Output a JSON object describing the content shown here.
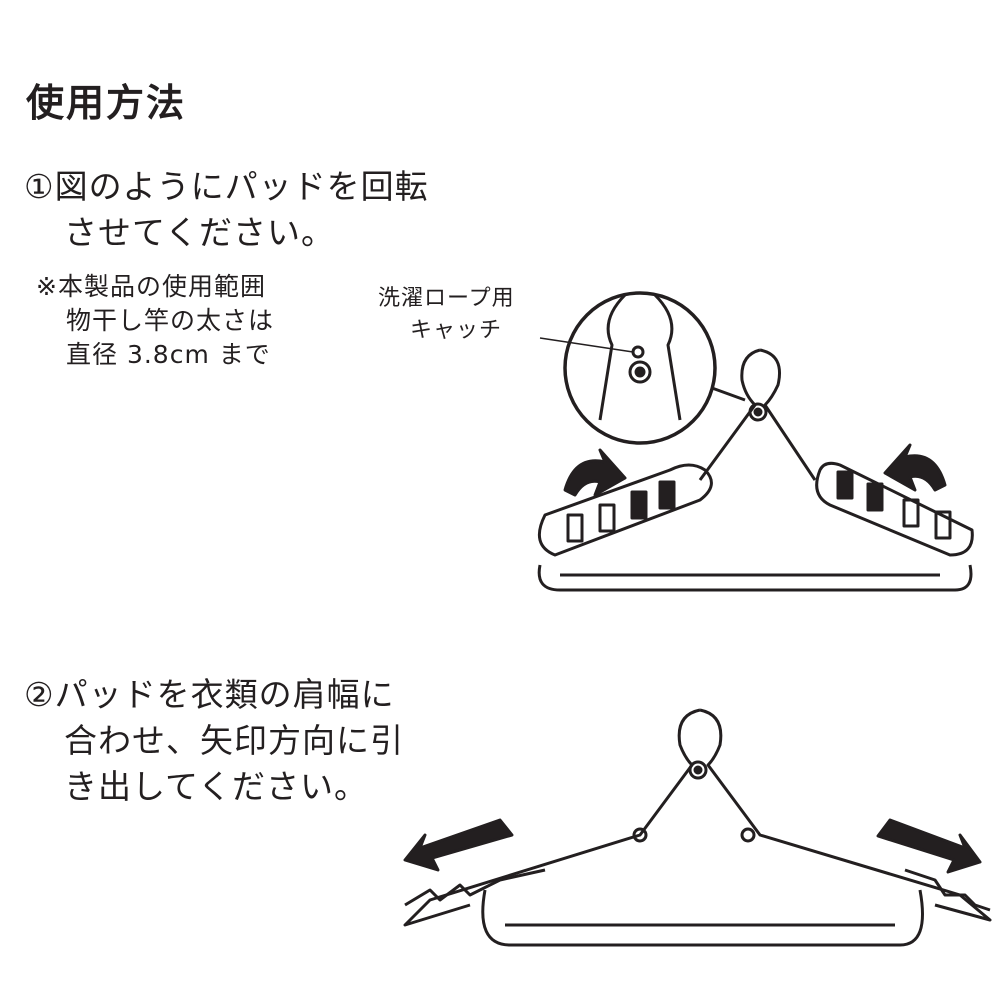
{
  "title": "使用方法",
  "step1": {
    "line1": "①図のようにパッドを回転",
    "line2": "させてください。",
    "note": [
      "※本製品の使用範囲",
      "物干し竿の太さは",
      "直径 3.8cm まで"
    ],
    "callout": [
      "洗濯ロープ用",
      "キャッチ"
    ]
  },
  "step2": {
    "line1": "②パッドを衣類の肩幅に",
    "line2": "合わせ、矢印方向に引",
    "line3": "き出してください。"
  }
}
